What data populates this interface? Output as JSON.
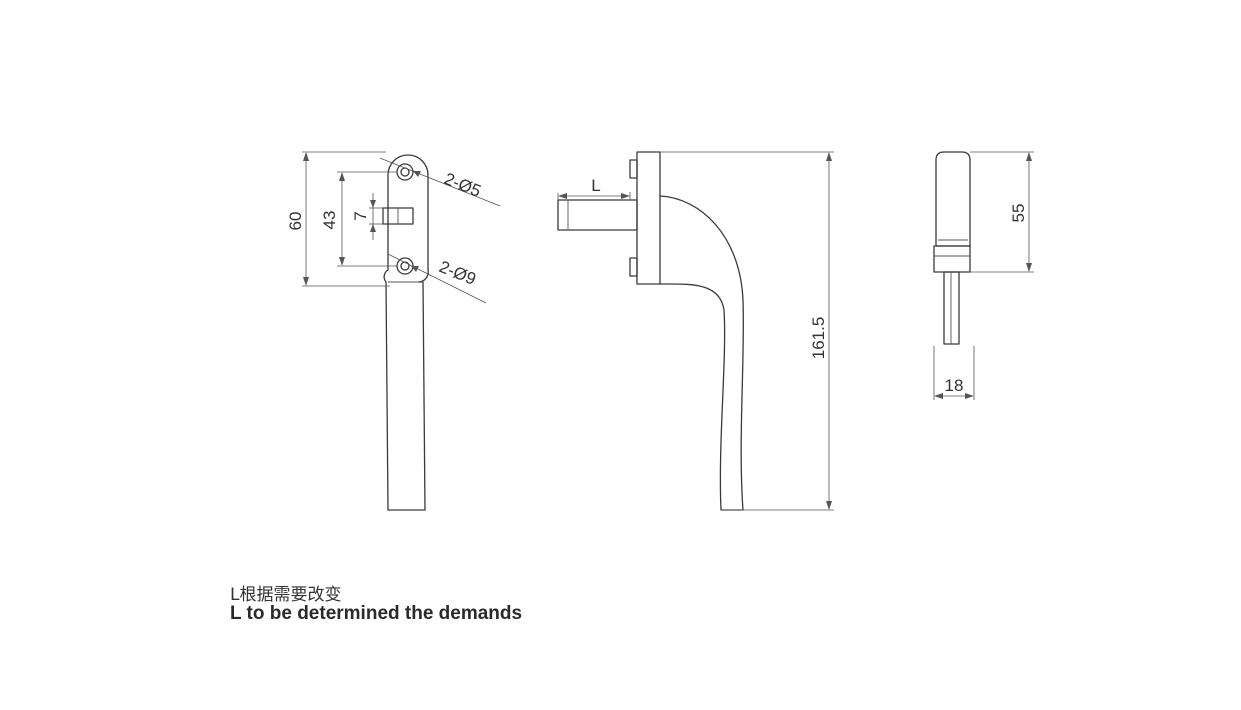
{
  "dimensions": {
    "height_60": "60",
    "spacing_43": "43",
    "spindle_7": "7",
    "hole_small": "2-Ø5",
    "hole_large": "2-Ø9",
    "spindle_length": "L",
    "total_length": "161.5",
    "base_height": "55",
    "width_18": "18"
  },
  "notes": {
    "chinese": "L根据需要改变",
    "english": "L to be determined the demands"
  }
}
